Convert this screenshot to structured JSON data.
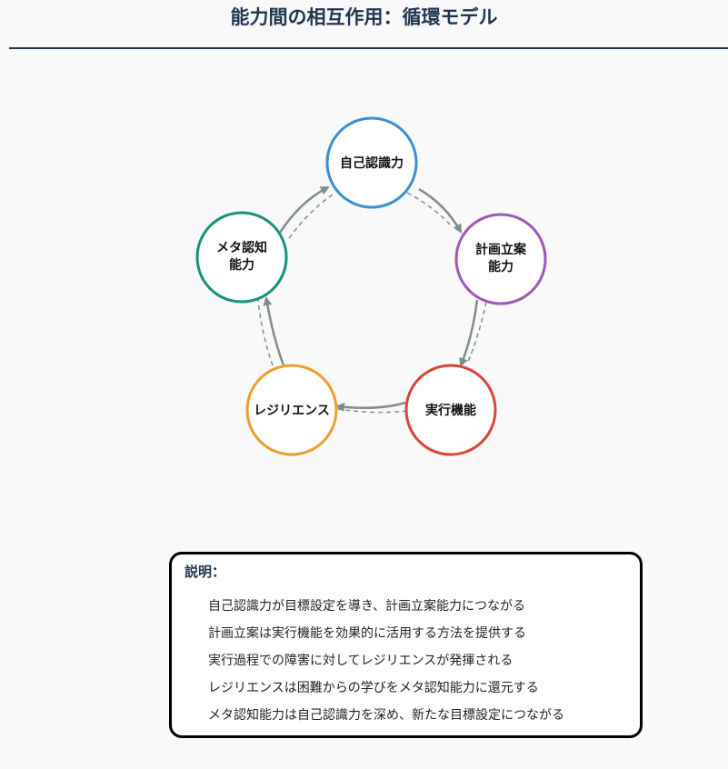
{
  "header": {
    "title": "能力間の相互作用：循環モデル"
  },
  "diagram": {
    "nodes": [
      {
        "id": "self-awareness",
        "lines": [
          "自己認識力"
        ],
        "color": "#3a8fd0"
      },
      {
        "id": "planning",
        "lines": [
          "計画立案",
          "能力"
        ],
        "color": "#9b59b6"
      },
      {
        "id": "execution",
        "lines": [
          "実行機能"
        ],
        "color": "#d9443a"
      },
      {
        "id": "resilience",
        "lines": [
          "レジリエンス"
        ],
        "color": "#eb9f30"
      },
      {
        "id": "metacognition",
        "lines": [
          "メタ認知",
          "能力"
        ],
        "color": "#16927a"
      }
    ],
    "arrow_color": "#7f8c8d",
    "flow": [
      "自己認識力",
      "計画立案能力",
      "実行機能",
      "レジリエンス",
      "メタ認知能力",
      "自己認識力"
    ]
  },
  "legend": {
    "title": "説明：",
    "items": [
      "自己認識力が目標設定を導き、計画立案能力につながる",
      "計画立案は実行機能を効果的に活用する方法を提供する",
      "実行過程での障害に対してレジリエンスが発揮される",
      "レジリエンスは困難からの学びをメタ認知能力に還元する",
      "メタ認知能力は自己認識力を深め、新たな目標設定につながる"
    ]
  }
}
